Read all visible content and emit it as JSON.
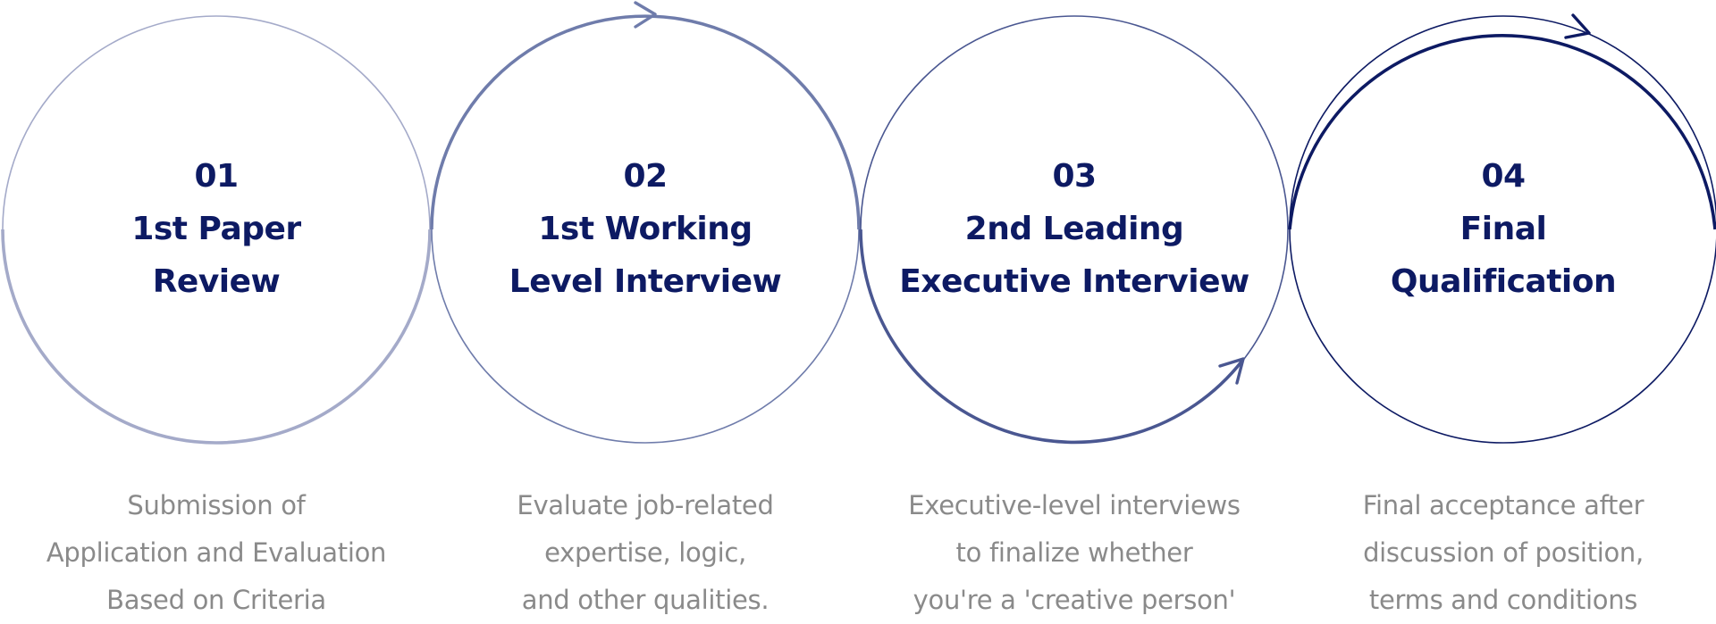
{
  "colors": {
    "title": "#0d1a63",
    "description": "#8a8a8a",
    "background": "#ffffff"
  },
  "steps": [
    {
      "number": "01",
      "title_line1": "1st Paper",
      "title_line2": "Review",
      "desc_line1": "Submission of",
      "desc_line2": "Application and Evaluation",
      "desc_line3": "Based on Criteria",
      "ring_color": "#a4aac9",
      "arrow": "none"
    },
    {
      "number": "02",
      "title_line1": "1st Working",
      "title_line2": "Level Interview",
      "desc_line1": "Evaluate job-related",
      "desc_line2": "expertise, logic,",
      "desc_line3": "and other qualities.",
      "ring_color": "#6f7cab",
      "arrow": "top"
    },
    {
      "number": "03",
      "title_line1": "2nd Leading",
      "title_line2": "Executive Interview",
      "desc_line1": "Executive-level interviews",
      "desc_line2": "to finalize whether",
      "desc_line3": "you're a 'creative person'",
      "ring_color": "#4a5791",
      "arrow": "bottom-right"
    },
    {
      "number": "04",
      "title_line1": "Final",
      "title_line2": "Qualification",
      "desc_line1": "Final acceptance after",
      "desc_line2": "discussion of position,",
      "desc_line3": "terms and conditions",
      "ring_color": "#0d1a63",
      "arrow": "top-right"
    }
  ]
}
